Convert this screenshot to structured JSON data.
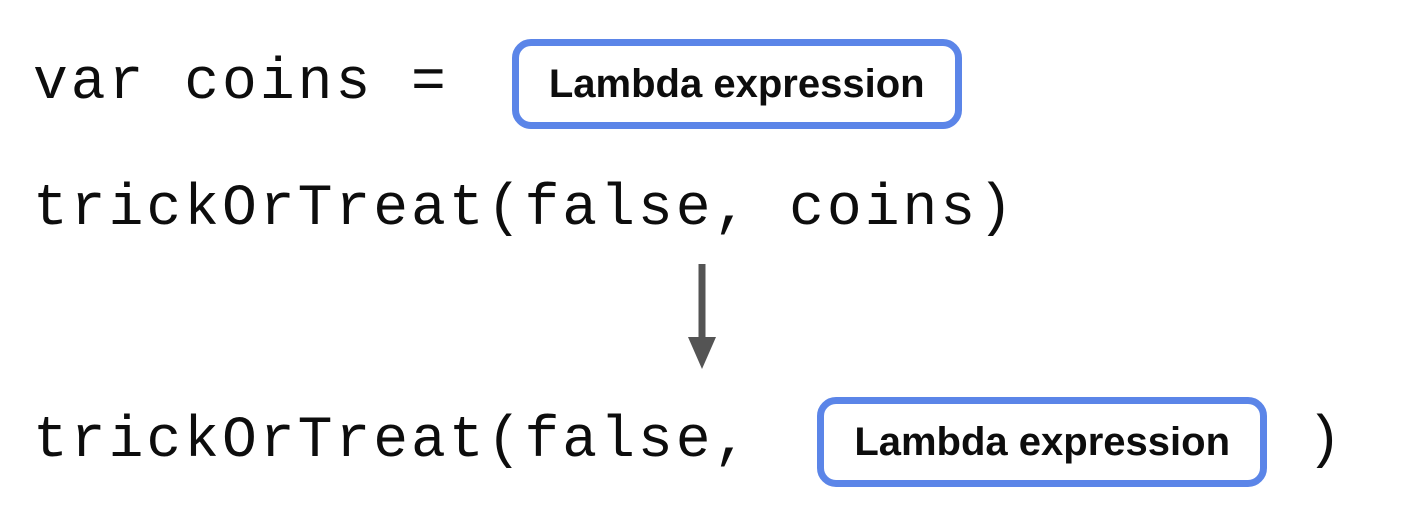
{
  "colors": {
    "box_border": "#5b85e8",
    "arrow": "#545454",
    "code_text": "#0d0d0d",
    "box_text": "#0d0d0d",
    "background": "#ffffff"
  },
  "code": {
    "assignment_prefix": "var coins =",
    "call_before": "trickOrTreat(false, coins)",
    "call_after_prefix": "trickOrTreat(false,",
    "call_after_suffix": ")"
  },
  "labels": {
    "lambda_box_top": "Lambda expression",
    "lambda_box_bottom": "Lambda expression"
  },
  "icons": {
    "arrow": "down-arrow"
  }
}
